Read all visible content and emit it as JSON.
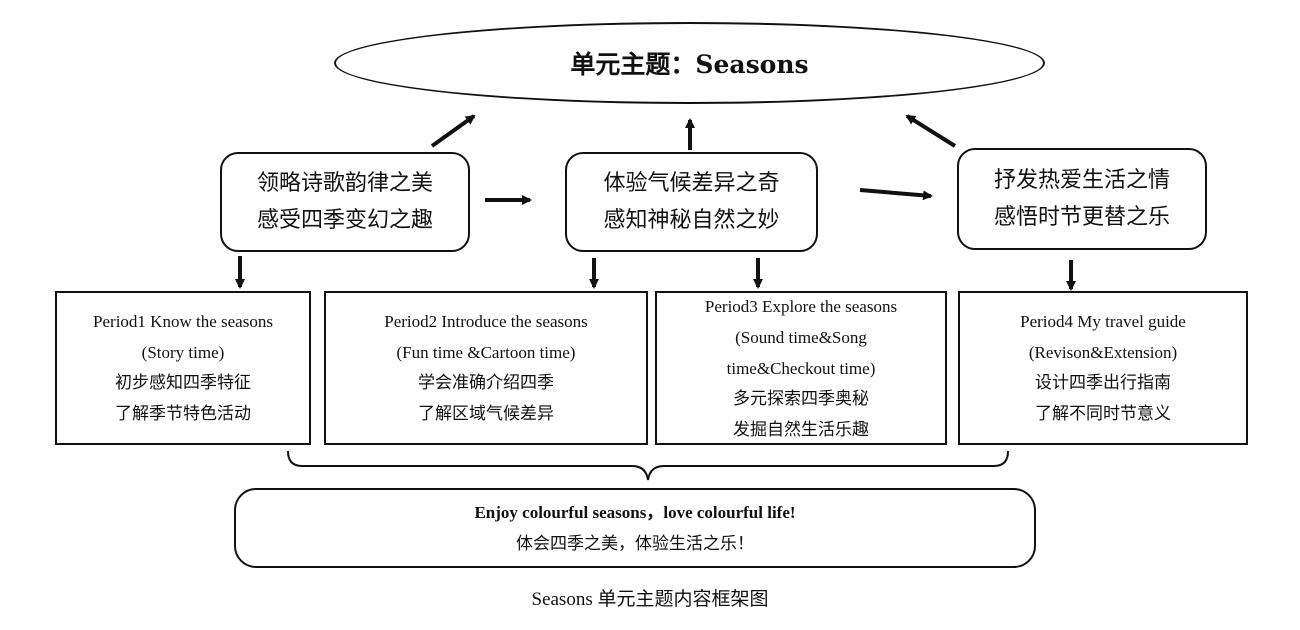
{
  "title": "单元主题：Seasons",
  "themes": [
    {
      "line1": "领略诗歌韵律之美",
      "line2": "感受四季变幻之趣"
    },
    {
      "line1": "体验气候差异之奇",
      "line2": "感知神秘自然之妙"
    },
    {
      "line1": "抒发热爱生活之情",
      "line2": "感悟时节更替之乐"
    }
  ],
  "periods": [
    {
      "heading": "Period1 Know the seasons",
      "sub": "(Story time)",
      "sub2": "",
      "goal1": "初步感知四季特征",
      "goal2": "了解季节特色活动"
    },
    {
      "heading": "Period2 Introduce the seasons",
      "sub": "(Fun time &Cartoon time)",
      "sub2": "",
      "goal1": "学会准确介绍四季",
      "goal2": "了解区域气候差异"
    },
    {
      "heading": "Period3 Explore the seasons",
      "sub": "(Sound time&Song",
      "sub2": "time&Checkout time)",
      "goal1": "多元探索四季奥秘",
      "goal2": "发掘自然生活乐趣"
    },
    {
      "heading": "Period4 My travel guide",
      "sub": "(Revison&Extension)",
      "sub2": "",
      "goal1": "设计四季出行指南",
      "goal2": "了解不同时节意义"
    }
  ],
  "summary": {
    "en": "Enjoy colourful seasons，love colourful life!",
    "zh": "体会四季之美，体验生活之乐！"
  },
  "caption": "Seasons 单元主题内容框架图"
}
